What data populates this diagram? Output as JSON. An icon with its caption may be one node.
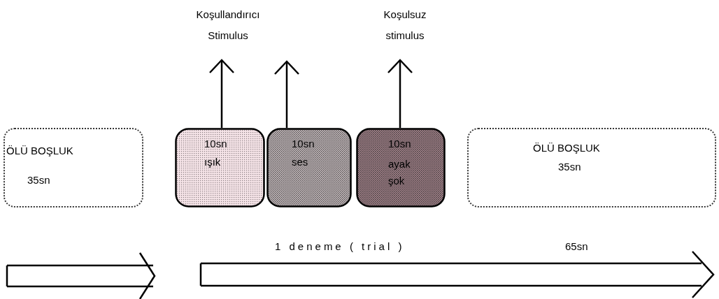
{
  "diagram": {
    "nodes": [
      {
        "text": [
          "ÖLÜ BOŞLUK",
          "35sn"
        ]
      },
      {
        "text": [
          "10sn",
          "ışık"
        ]
      },
      {
        "text": [
          "10sn",
          "ses"
        ]
      },
      {
        "text": [
          "10sn",
          "ayak şok"
        ]
      },
      {
        "text": [
          "ÖLÜ BOŞLUK",
          "35sn"
        ]
      },
      {
        "text": [
          "Koşullandırıcı Stimulus"
        ]
      },
      {
        "text": [
          "Koşulsuz stimulus"
        ]
      }
    ],
    "edges": [
      {
        "from": 1,
        "to": 5,
        "arrow": "to"
      },
      {
        "from": 2,
        "to": null,
        "arrow": "to"
      },
      {
        "from": 3,
        "to": 6,
        "arrow": "to"
      }
    ],
    "labels": [
      "1 deneme ( trial )",
      "65sn"
    ]
  }
}
